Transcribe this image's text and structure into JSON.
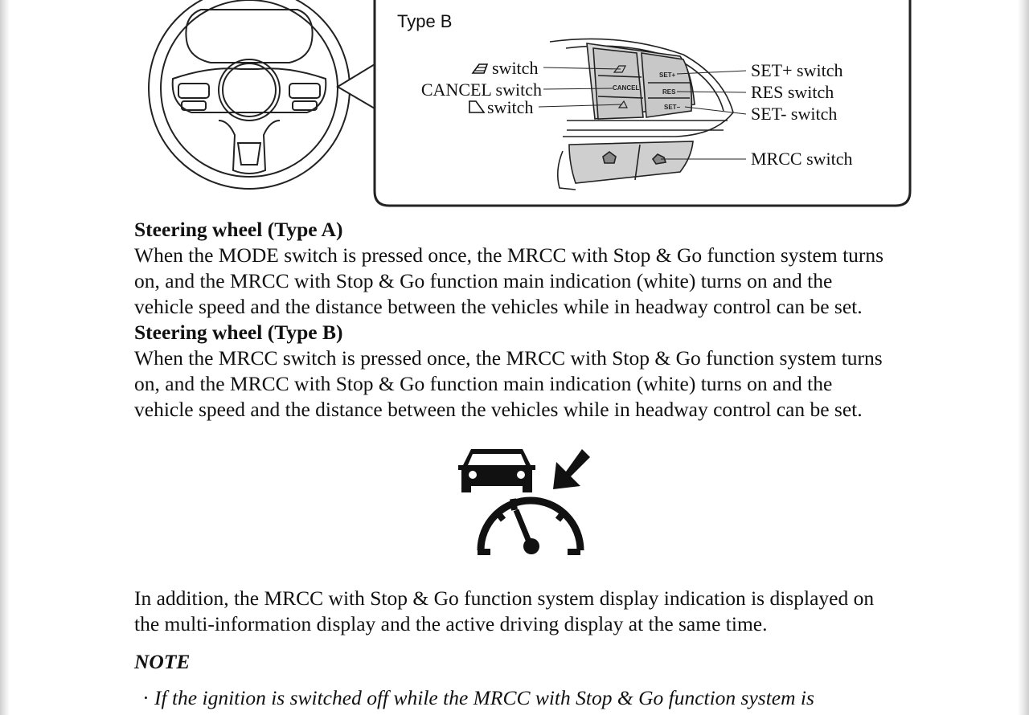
{
  "figure": {
    "type_label": "Type B",
    "callouts_left": {
      "distance_up_switch": "switch",
      "cancel_switch": "CANCEL switch",
      "distance_down_switch": "switch"
    },
    "callouts_right": {
      "set_plus_switch": "SET+ switch",
      "res_switch": "RES switch",
      "set_minus_switch": "SET- switch",
      "mrcc_switch": "MRCC switch"
    },
    "button_labels": {
      "cancel": "CANCEL",
      "set_plus": "SET+",
      "res": "RES",
      "set_minus": "SET−"
    }
  },
  "section_type_a": {
    "heading": "Steering wheel (Type A)",
    "body": [
      "When the MODE switch is pressed once, the MRCC with Stop & Go function system turns",
      "on, and the MRCC with Stop & Go function main indication (white) turns on and the",
      "vehicle speed and the distance between the vehicles while in headway control can be set."
    ]
  },
  "section_type_b": {
    "heading": "Steering wheel (Type B)",
    "body": [
      "When the MRCC switch is pressed once, the MRCC with Stop & Go function system turns",
      "on, and the MRCC with Stop & Go function main indication (white) turns on and the",
      "vehicle speed and the distance between the vehicles while in headway control can be set."
    ]
  },
  "indicator_icon": "mrcc-stop-and-go-indicator-icon",
  "addition": [
    "In addition, the MRCC with Stop & Go function system display indication is displayed on",
    "the multi-information display and the active driving display at the same time."
  ],
  "note": {
    "title": "NOTE",
    "bullet": "·",
    "item": "If the ignition is switched off while the MRCC with Stop & Go function system is"
  }
}
